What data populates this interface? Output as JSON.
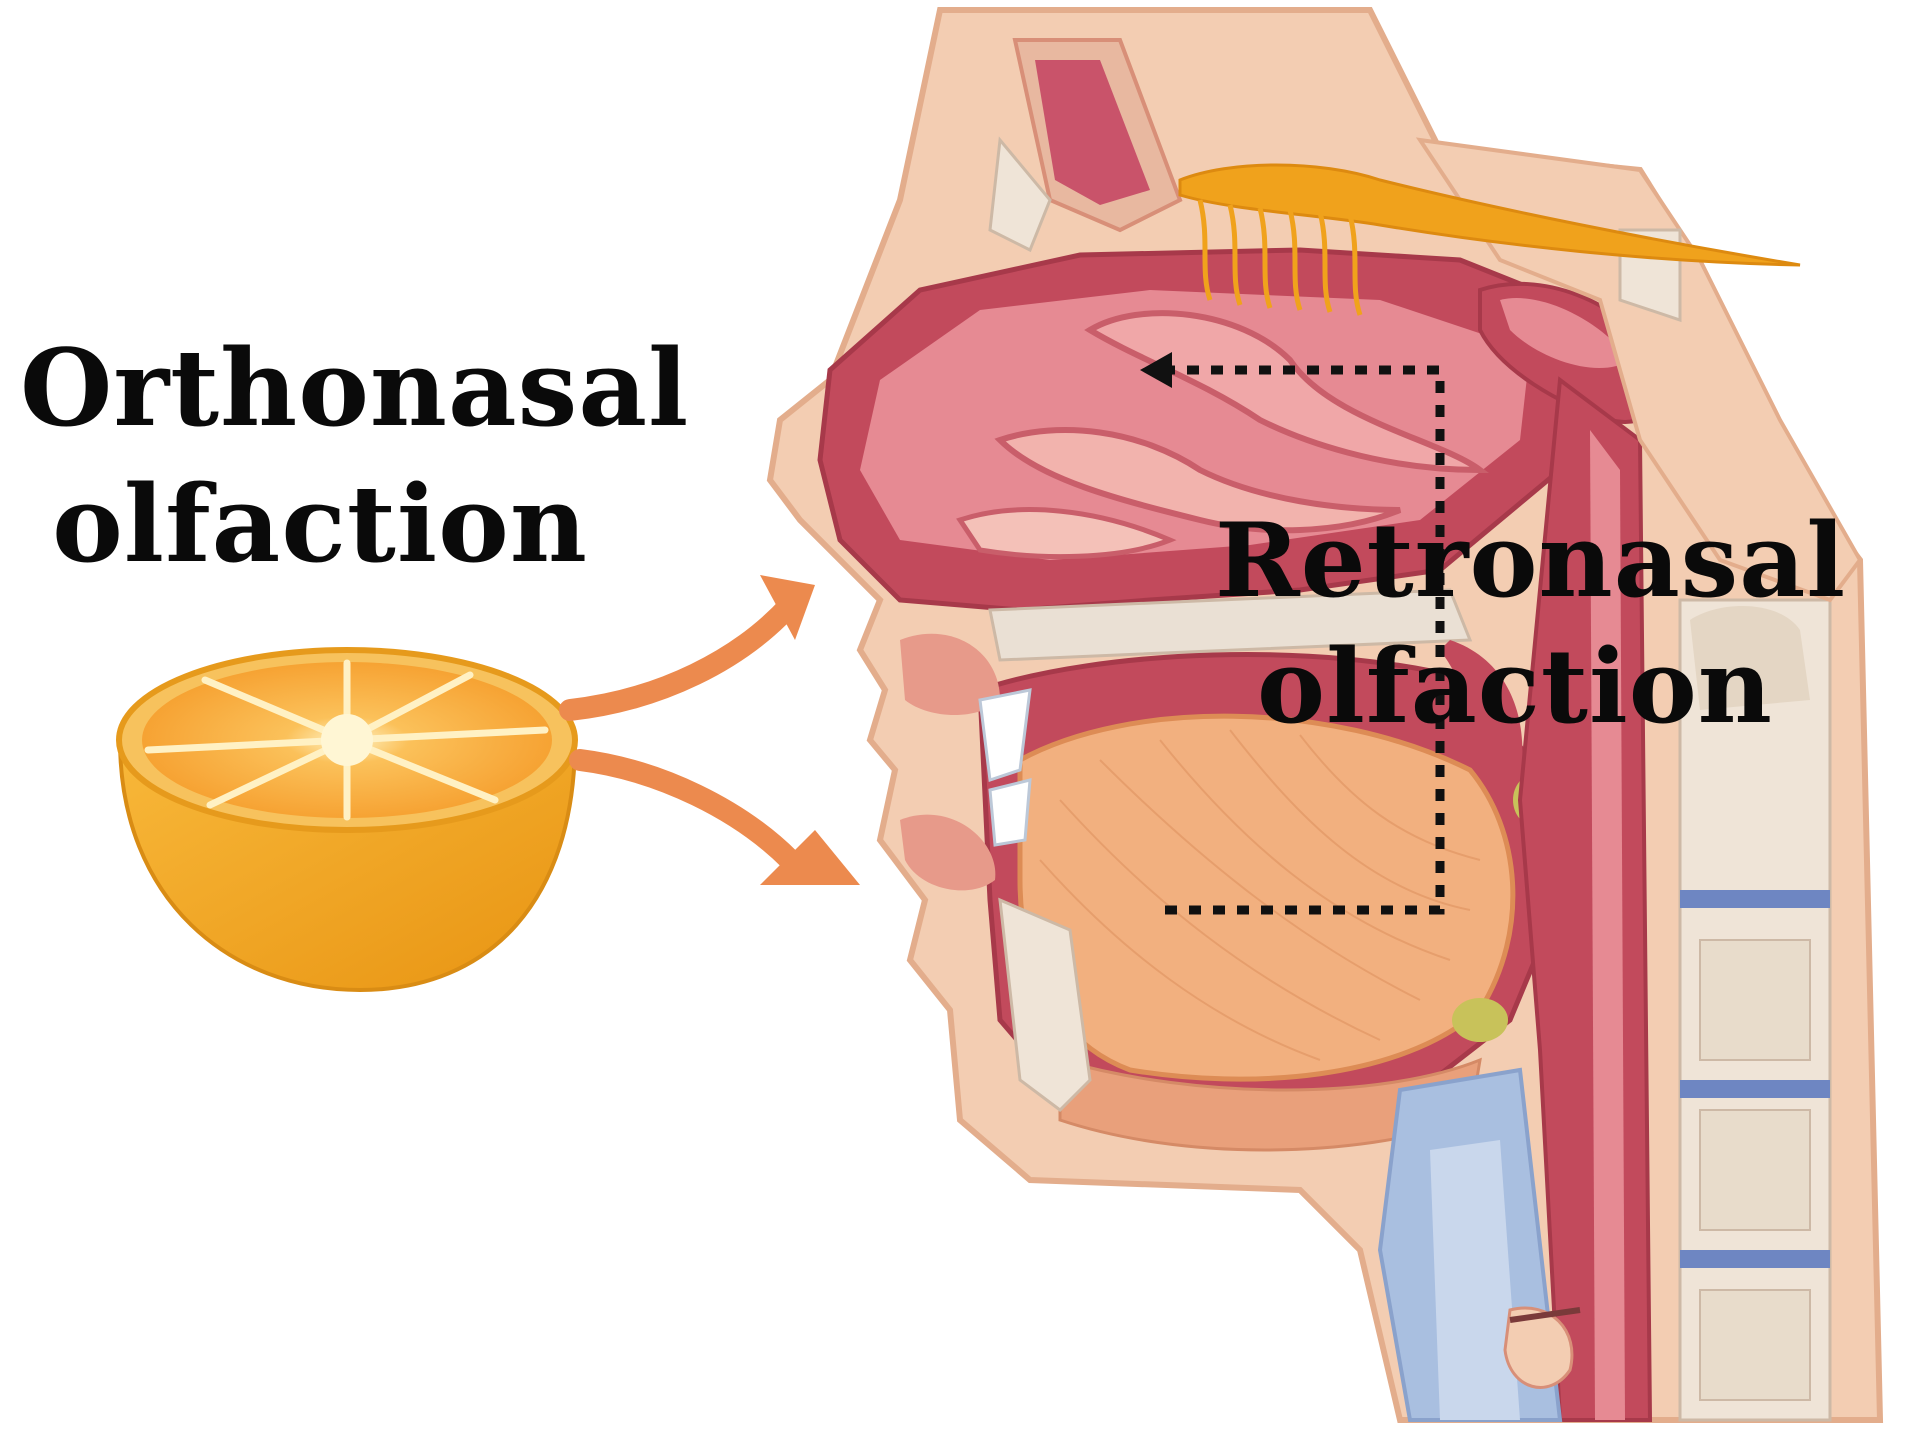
{
  "labels": {
    "orthonasal": {
      "line1": "Orthonasal",
      "line2": "olfaction"
    },
    "retronasal": {
      "line1": "Retronasal",
      "line2": "olfaction"
    }
  },
  "colors": {
    "skin": "#f3cdb2",
    "skin_outline": "#e3ad8c",
    "nasal_cavity": "#c24a5c",
    "nasal_inner": "#e68a93",
    "tongue": "#f2b07f",
    "orange_rind": "#f2a21d",
    "orange_flesh": "#f7a030",
    "arrow": "#ec8a4e",
    "olfactory_bulb": "#f0a21c",
    "spine_disc": "#6e86c2",
    "pathway_dots": "#111111"
  },
  "icons": [
    "orange-half-icon",
    "head-cross-section-icon",
    "olfactory-bulb-icon"
  ]
}
